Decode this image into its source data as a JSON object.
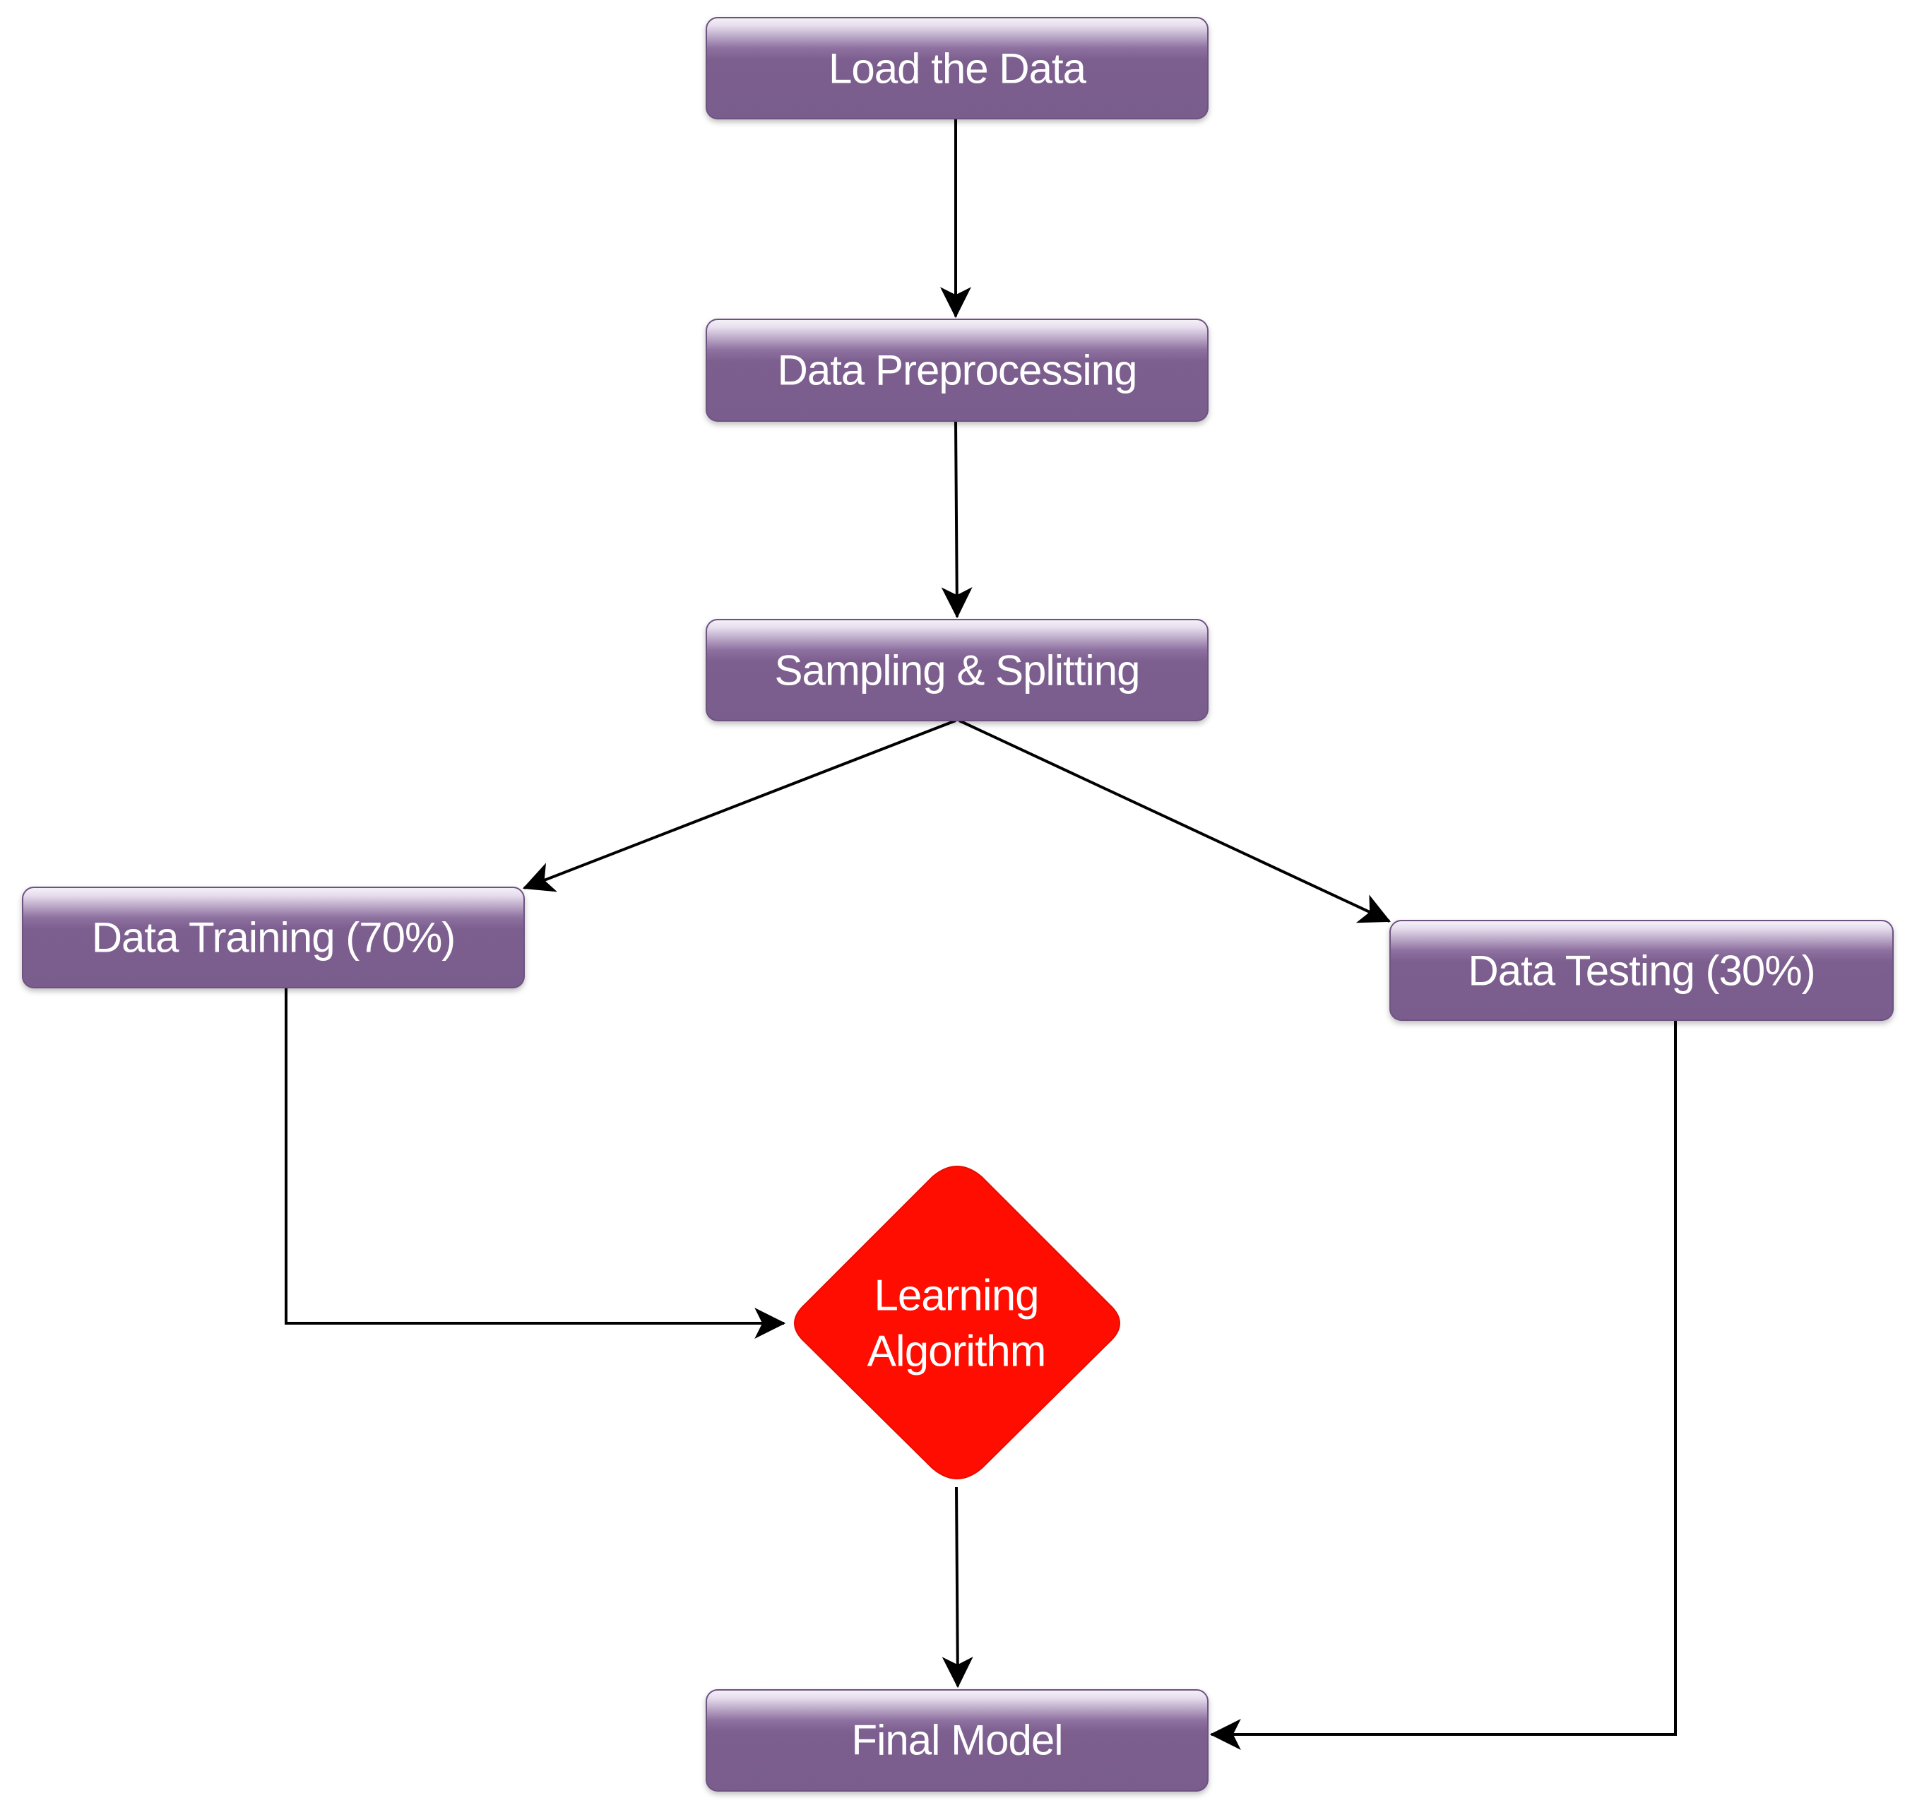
{
  "diagram": {
    "nodes": {
      "load": "Load the Data",
      "preprocess": "Data Preprocessing",
      "split": "Sampling & Splitting",
      "train": "Data Training (70%)",
      "test": "Data Testing (30%)",
      "algorithm_line1": "Learning",
      "algorithm_line2": "Algorithm",
      "final": "Final Model"
    },
    "colors": {
      "box_fill": "#7b5e8e",
      "box_highlight": "#f4f1f6",
      "diamond_fill": "#ff0d00",
      "edge": "#000000",
      "text": "#ffffff"
    }
  }
}
